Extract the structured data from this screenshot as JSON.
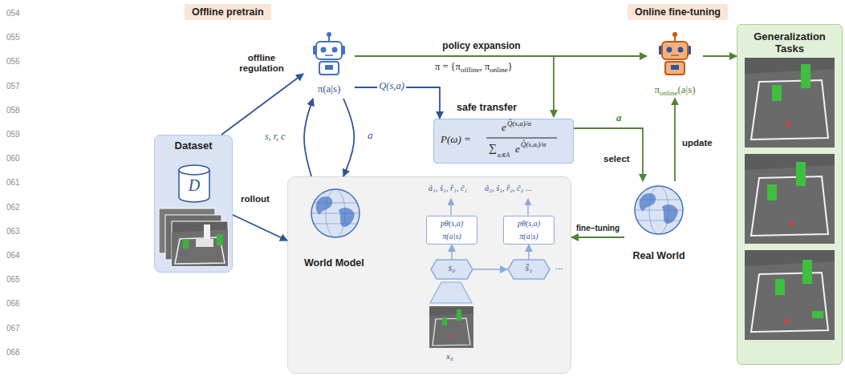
{
  "diagram": {
    "nodes": [
      {
        "text": [
          "Offline pretrain"
        ]
      },
      {
        "text": [
          "Online fine-tuning"
        ]
      },
      {
        "text": [
          "Dataset"
        ]
      },
      {
        "text": [
          "D"
        ],
        "in": 2
      },
      {
        "text": [
          "π(a|s)"
        ]
      },
      {
        "text": [
          "safe transfer",
          "P(ω) =",
          "e",
          "Q̂(s,a)/α",
          "∑",
          "aᵢ∈A",
          "e",
          "Q̂(s,aᵢ)/α"
        ]
      },
      {
        "text": [
          "π",
          "online",
          "(a|s)"
        ]
      },
      {
        "text": [
          "Generalization Tasks"
        ]
      },
      {
        "text": [
          "World Model"
        ]
      },
      {
        "text": [
          "pθ(s,a)",
          "π(a|s)"
        ],
        "in": 8
      },
      {
        "text": [
          "pθ(s,a)",
          "π(a|s)"
        ],
        "in": 8
      },
      {
        "text": [
          "s₀"
        ],
        "in": 8
      },
      {
        "text": [
          "ŝ₁"
        ],
        "in": 8
      },
      {
        "text": [
          "Real World"
        ]
      }
    ],
    "edges": [
      {
        "from": 2,
        "to": 4,
        "label": "offline regulation",
        "arrow": "to"
      },
      {
        "from": 2,
        "to": 8,
        "label": "rollout",
        "arrow": "to"
      },
      {
        "from": 8,
        "to": 4,
        "label": "s, r, c",
        "arrow": "to"
      },
      {
        "from": 4,
        "to": 8,
        "label": "a",
        "arrow": "to"
      },
      {
        "from": 4,
        "to": 6,
        "label": "policy expansion",
        "arrow": "to"
      },
      {
        "from": 4,
        "to": 5,
        "label": "Q(s,a)",
        "arrow": "to"
      },
      {
        "from": 5,
        "to": 13,
        "label": "select",
        "arrow": "to"
      },
      {
        "from": 13,
        "to": 6,
        "label": "update",
        "arrow": "to"
      },
      {
        "from": 13,
        "to": 8,
        "label": "fine−tuning",
        "arrow": "to"
      },
      {
        "from": 6,
        "to": 7,
        "arrow": "to"
      },
      {
        "from": 11,
        "to": 9,
        "arrow": "to"
      },
      {
        "from": 11,
        "to": 12,
        "arrow": "to"
      },
      {
        "from": 12,
        "to": 10,
        "arrow": "to"
      }
    ],
    "labels": [
      "054",
      "055",
      "056",
      "057",
      "058",
      "059",
      "060",
      "061",
      "062",
      "063",
      "064",
      "065",
      "066",
      "067",
      "068",
      "π = {π",
      "offline",
      ", π",
      "online",
      "}",
      "a",
      "â₁, ŝ₁, r̂₁, ĉ₁",
      "â₂, ŝ₂, r̂₂, ĉ₂ ...",
      "...",
      "x₀"
    ]
  }
}
